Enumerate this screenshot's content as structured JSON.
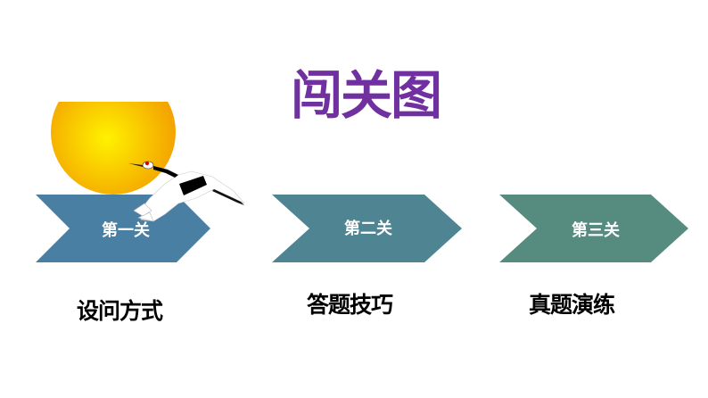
{
  "title": "闯关图",
  "stages": [
    {
      "label": "第一关",
      "caption": "设问方式",
      "color": "#487fa3"
    },
    {
      "label": "第二关",
      "caption": "答题技巧",
      "color": "#4f8592"
    },
    {
      "label": "第三关",
      "caption": "真题演练",
      "color": "#568c80"
    }
  ],
  "colors": {
    "title": "#7030a0",
    "sun_center": "#fff200",
    "sun_edge": "#f39c00"
  }
}
